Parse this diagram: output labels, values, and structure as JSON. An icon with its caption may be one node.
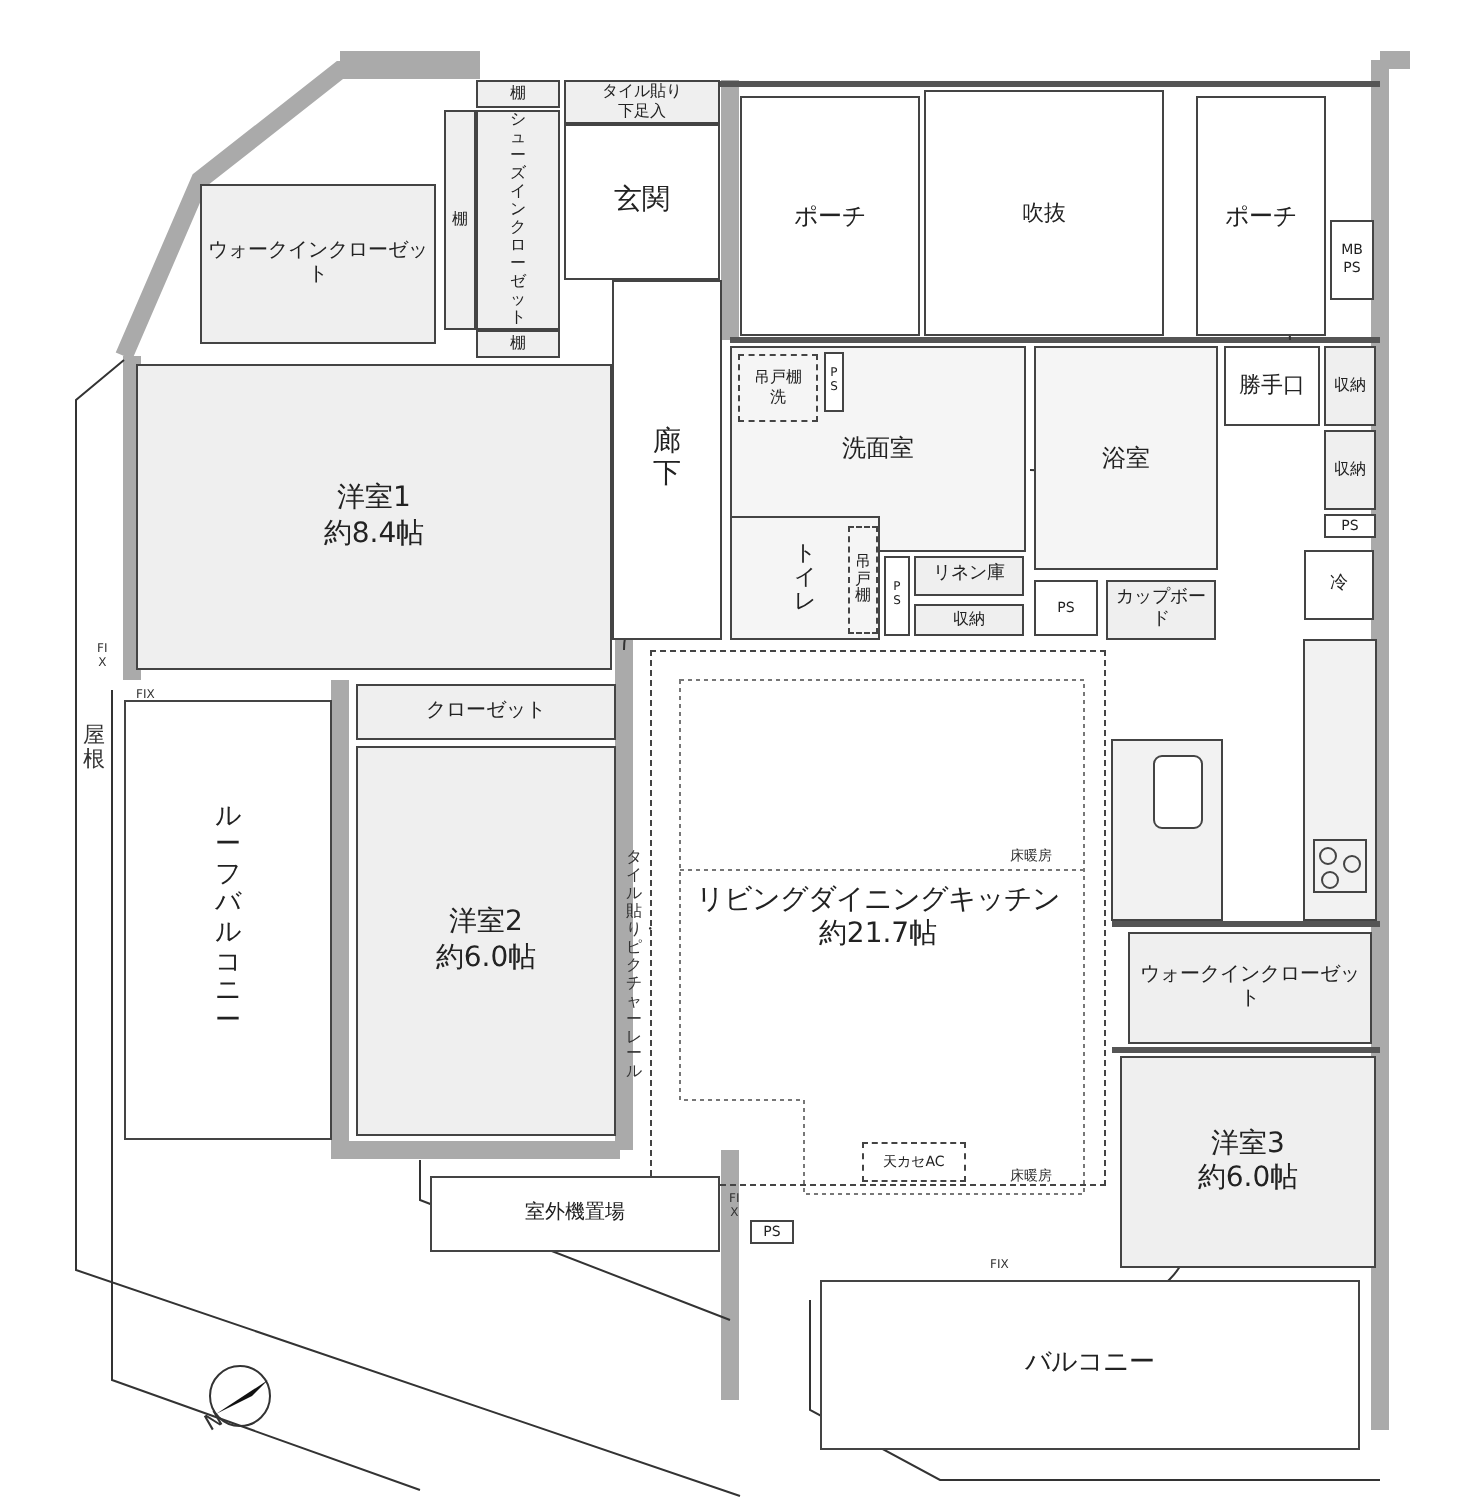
{
  "diagram": {
    "nodes": [
      {
        "text": [
          "ウォークインクローゼット"
        ]
      },
      {
        "text": [
          "棚"
        ]
      },
      {
        "text": [
          "シューズインクローゼット"
        ]
      },
      {
        "text": [
          "棚"
        ]
      },
      {
        "text": [
          "棚"
        ]
      },
      {
        "text": [
          "タイル貼り",
          "下足入"
        ]
      },
      {
        "text": [
          "玄関"
        ]
      },
      {
        "text": [
          "廊下"
        ]
      },
      {
        "text": [
          "ポーチ"
        ]
      },
      {
        "text": [
          "吹抜"
        ]
      },
      {
        "text": [
          "ポーチ"
        ]
      },
      {
        "text": [
          "MB PS"
        ]
      },
      {
        "text": [
          "洗面室"
        ]
      },
      {
        "text": [
          "吊戸棚",
          "洗"
        ],
        "in": 12
      },
      {
        "text": [
          "PS"
        ],
        "in": 12
      },
      {
        "text": [
          "浴室"
        ]
      },
      {
        "text": [
          "勝手口"
        ]
      },
      {
        "text": [
          "収納"
        ]
      },
      {
        "text": [
          "収納"
        ]
      },
      {
        "text": [
          "PS"
        ]
      },
      {
        "text": [
          "トイレ"
        ]
      },
      {
        "text": [
          "吊戸棚"
        ],
        "in": 20
      },
      {
        "text": [
          "PS"
        ]
      },
      {
        "text": [
          "リネン庫"
        ]
      },
      {
        "text": [
          "収納"
        ]
      },
      {
        "text": [
          "PS"
        ]
      },
      {
        "text": [
          "カップボード"
        ]
      },
      {
        "text": [
          "冷"
        ]
      },
      {
        "text": [
          "洋室1",
          "約8.4帖"
        ]
      },
      {
        "text": [
          "クローゼット"
        ]
      },
      {
        "text": [
          "ルーフバルコニー"
        ]
      },
      {
        "text": [
          "洋室2",
          "約6.0帖"
        ]
      },
      {
        "text": [
          "リビングダイニングキッチン",
          "約21.7帖"
        ]
      },
      {
        "text": [
          "天カセAC"
        ],
        "in": 32
      },
      {
        "text": [
          "ウォークインクローゼット"
        ]
      },
      {
        "text": [
          "洋室3",
          "約6.0帖"
        ]
      },
      {
        "text": [
          "バルコニー"
        ]
      },
      {
        "text": [
          "室外機置場"
        ]
      },
      {
        "text": [
          "PS"
        ]
      }
    ],
    "labels": [
      "屋根",
      "FIX",
      "FIX",
      "床暖房",
      "タイル貼り・ピクチャーレール",
      "床暖房",
      "FIX",
      "FIX",
      "N"
    ]
  }
}
